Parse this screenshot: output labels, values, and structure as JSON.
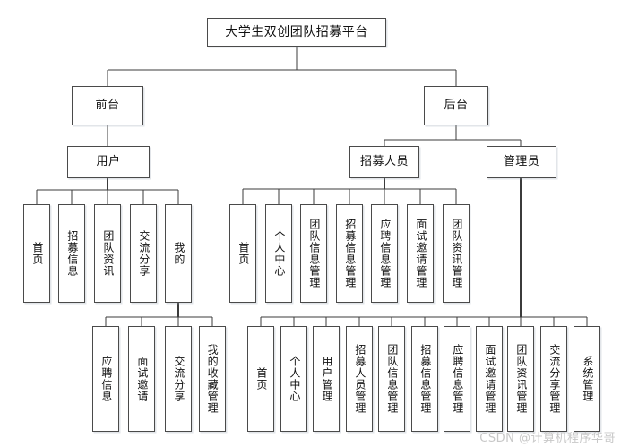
{
  "diagram": {
    "type": "tree",
    "title": "大学生双创团队招募平台",
    "watermark": "CSDN @计算机程序华哥",
    "colors": {
      "box_border": "#4a4a4a",
      "box_fill": "#ffffff",
      "link": "#3b3b3b",
      "watermark": "#c8c8c8",
      "background": "#ffffff"
    },
    "root": {
      "label": "大学生双创团队招募平台"
    },
    "level2": [
      {
        "label": "前台"
      },
      {
        "label": "后台"
      }
    ],
    "level3": [
      {
        "label": "用户"
      },
      {
        "label": "招募人员"
      },
      {
        "label": "管理员"
      }
    ],
    "user_children": [
      {
        "label": "首页"
      },
      {
        "label": "招募信息"
      },
      {
        "label": "团队资讯"
      },
      {
        "label": "交流分享"
      },
      {
        "label": "我的"
      }
    ],
    "mine_children": [
      {
        "label": "应聘信息"
      },
      {
        "label": "面试邀请"
      },
      {
        "label": "交流分享"
      },
      {
        "label": "我的收藏管理"
      }
    ],
    "recruiter_children": [
      {
        "label": "首页"
      },
      {
        "label": "个人中心"
      },
      {
        "label": "团队信息管理"
      },
      {
        "label": "招募信息管理"
      },
      {
        "label": "应聘信息管理"
      },
      {
        "label": "面试邀请管理"
      },
      {
        "label": "团队资讯管理"
      }
    ],
    "admin_children": [
      {
        "label": "首页"
      },
      {
        "label": "个人中心"
      },
      {
        "label": "用户管理"
      },
      {
        "label": "招募人员管理"
      },
      {
        "label": "团队信息管理"
      },
      {
        "label": "招募信息管理"
      },
      {
        "label": "应聘信息管理"
      },
      {
        "label": "面试邀请管理"
      },
      {
        "label": "团队资讯管理"
      },
      {
        "label": "交流分享管理"
      },
      {
        "label": "系统管理"
      }
    ]
  }
}
